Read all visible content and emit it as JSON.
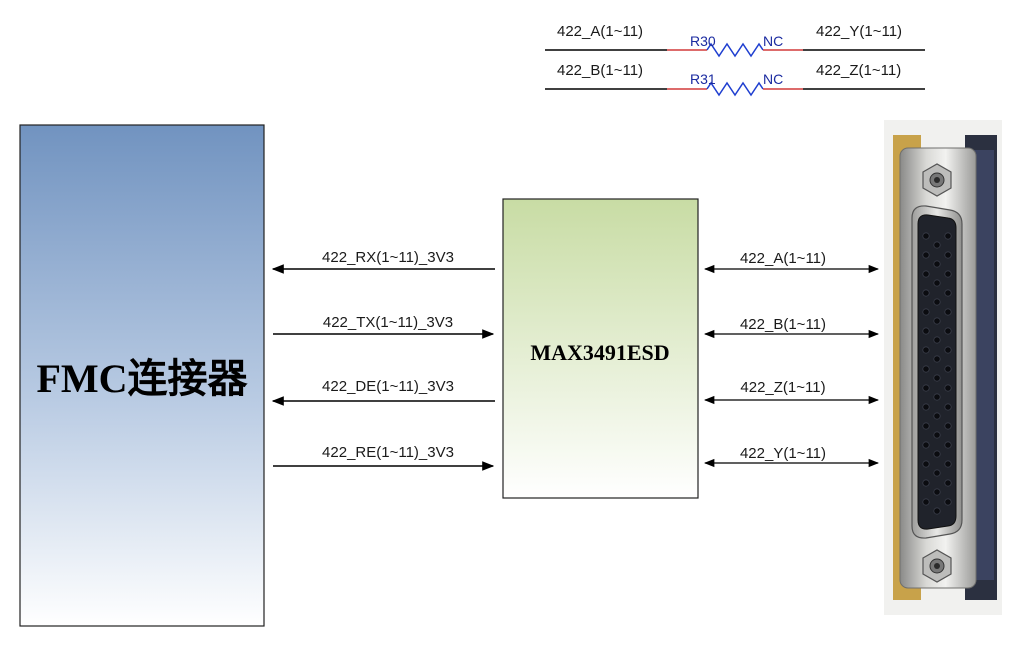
{
  "fmc_block": {
    "label": "FMC连接器"
  },
  "chip_block": {
    "label": "MAX3491ESD"
  },
  "left_signals": [
    {
      "label": "422_RX(1~11)_3V3",
      "direction": "to-fmc"
    },
    {
      "label": "422_TX(1~11)_3V3",
      "direction": "to-chip"
    },
    {
      "label": "422_DE(1~11)_3V3",
      "direction": "to-fmc"
    },
    {
      "label": "422_RE(1~11)_3V3",
      "direction": "to-chip"
    }
  ],
  "right_signals": [
    {
      "label": "422_A(1~11)",
      "direction": "bidirectional"
    },
    {
      "label": "422_B(1~11)",
      "direction": "bidirectional"
    },
    {
      "label": "422_Z(1~11)",
      "direction": "bidirectional"
    },
    {
      "label": "422_Y(1~11)",
      "direction": "bidirectional"
    }
  ],
  "resistor_network": [
    {
      "left_net": "422_A(1~11)",
      "designator": "R30",
      "value": "NC",
      "right_net": "422_Y(1~11)"
    },
    {
      "left_net": "422_B(1~11)",
      "designator": "R31",
      "value": "NC",
      "right_net": "422_Z(1~11)"
    }
  ],
  "connector_photo": {
    "description_icon": "db-connector-icon"
  },
  "colors": {
    "fmc_top": "#7193c0",
    "fmc_bottom": "#ffffff",
    "chip_top": "#c8dca4",
    "chip_bottom": "#ffffff",
    "wire": "#000000",
    "resistor_lead": "#d23a3a",
    "resistor_body": "#1f3fd0",
    "resistor_label": "#1a2aa0"
  }
}
